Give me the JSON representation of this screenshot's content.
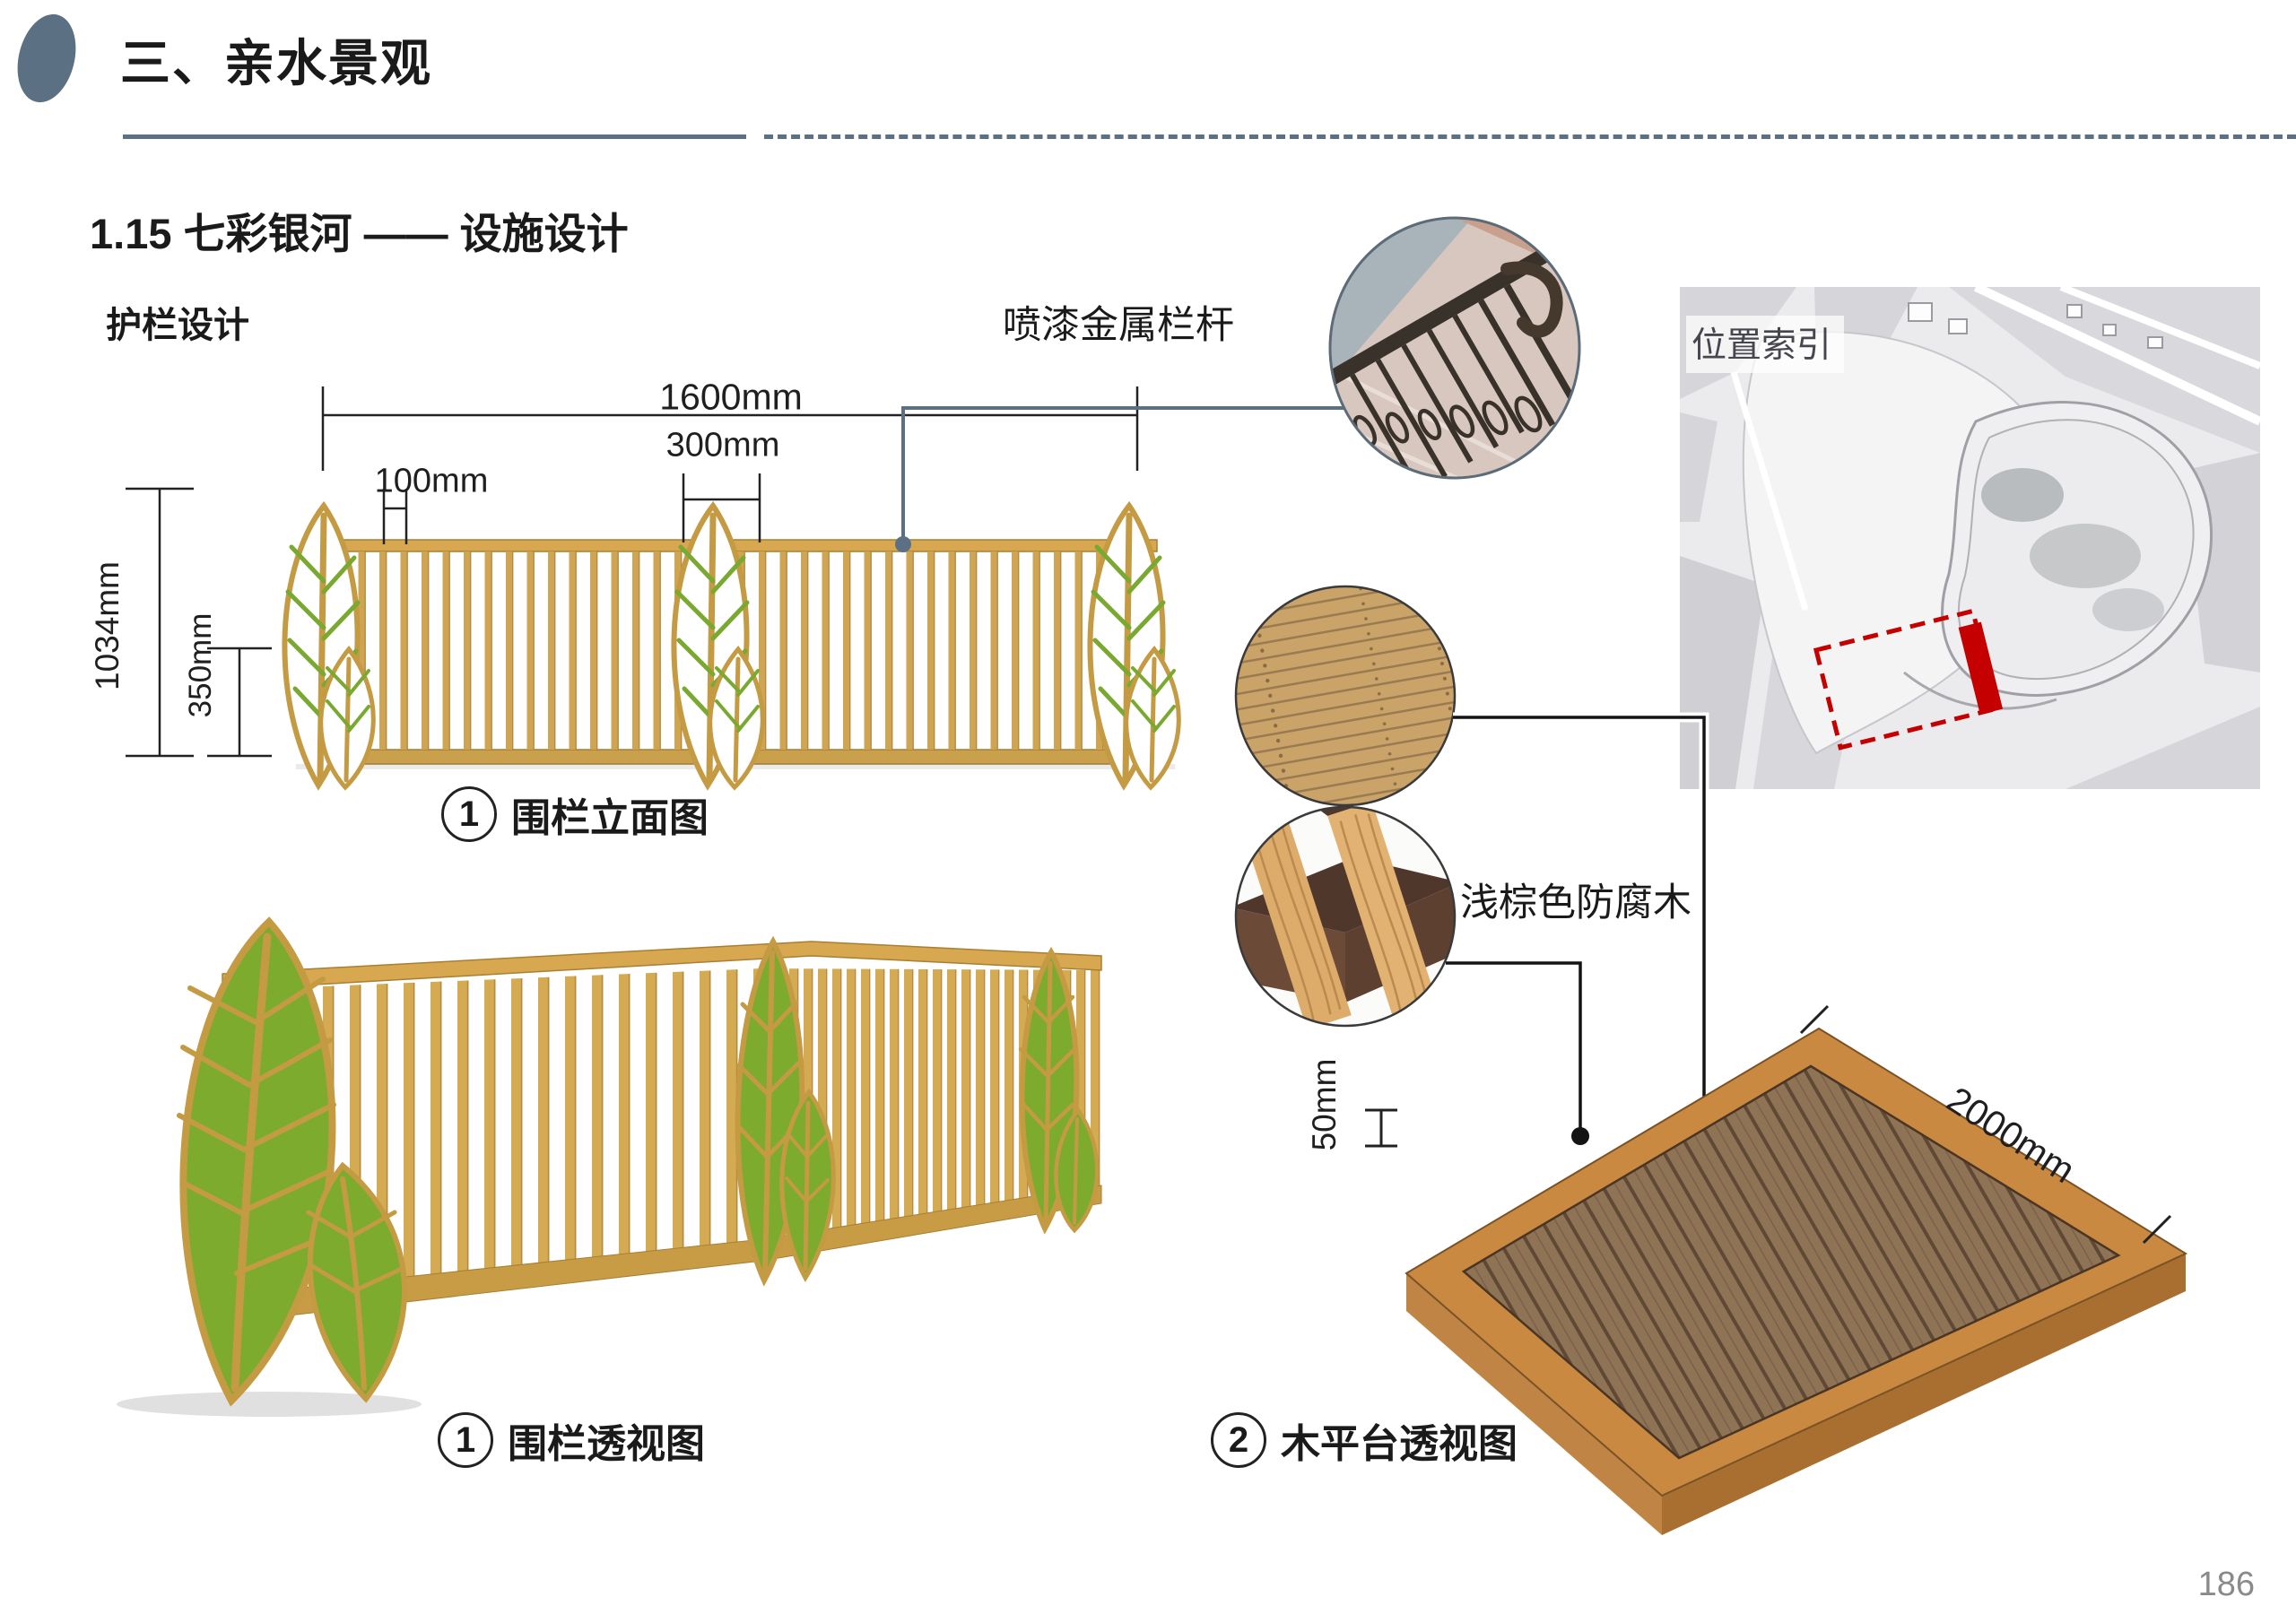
{
  "header": {
    "section_title": "三、亲水景观"
  },
  "subtitle": "1.15 七彩银河 —— 设施设计",
  "labels": {
    "railing_design": "护栏设计",
    "painted_metal_railing": "喷漆金属栏杆",
    "light_brown_wood": "浅棕色防腐木",
    "location_index": "位置索引"
  },
  "dimensions": {
    "fence_total_width": "1600mm",
    "baluster_spacing": "100mm",
    "post_width": "300mm",
    "fence_height": "1034mm",
    "lower_height": "350mm",
    "deck_thickness": "50mm",
    "deck_width": "2000mm"
  },
  "captions": {
    "fence_elevation": {
      "number": "1",
      "text": "围栏立面图"
    },
    "fence_perspective": {
      "number": "1",
      "text": "围栏透视图"
    },
    "deck_perspective": {
      "number": "2",
      "text": "木平台透视图"
    }
  },
  "page_number": "186",
  "colors": {
    "accent_slate": "#5b7183",
    "wood": "#cfa452",
    "leaf_green": "#7cab2e",
    "highlight_red": "#c40000"
  }
}
